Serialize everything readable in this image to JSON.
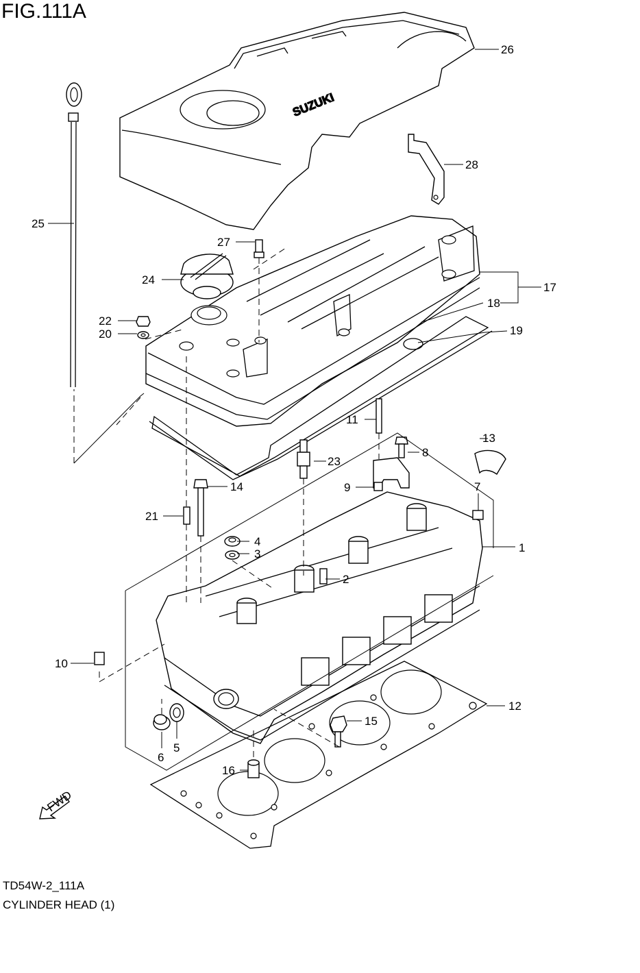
{
  "figure": {
    "title": "FIG.111A",
    "code": "TD54W-2_111A",
    "name": "CYLINDER HEAD (1)",
    "brand": "SUZUKI",
    "fwd": "FWD"
  },
  "callouts": [
    {
      "id": "c1",
      "label": "1"
    },
    {
      "id": "c2",
      "label": "2"
    },
    {
      "id": "c3",
      "label": "3"
    },
    {
      "id": "c4",
      "label": "4"
    },
    {
      "id": "c5",
      "label": "5"
    },
    {
      "id": "c6",
      "label": "6"
    },
    {
      "id": "c7",
      "label": "7"
    },
    {
      "id": "c8",
      "label": "8"
    },
    {
      "id": "c9",
      "label": "9"
    },
    {
      "id": "c10",
      "label": "10"
    },
    {
      "id": "c11",
      "label": "11"
    },
    {
      "id": "c12",
      "label": "12"
    },
    {
      "id": "c13",
      "label": "13"
    },
    {
      "id": "c14",
      "label": "14"
    },
    {
      "id": "c15",
      "label": "15"
    },
    {
      "id": "c16",
      "label": "16"
    },
    {
      "id": "c17",
      "label": "17"
    },
    {
      "id": "c18",
      "label": "18"
    },
    {
      "id": "c19",
      "label": "19"
    },
    {
      "id": "c20",
      "label": "20"
    },
    {
      "id": "c21",
      "label": "21"
    },
    {
      "id": "c22",
      "label": "22"
    },
    {
      "id": "c23",
      "label": "23"
    },
    {
      "id": "c24",
      "label": "24"
    },
    {
      "id": "c25",
      "label": "25"
    },
    {
      "id": "c26",
      "label": "26"
    },
    {
      "id": "c27",
      "label": "27"
    },
    {
      "id": "c28",
      "label": "28"
    }
  ]
}
